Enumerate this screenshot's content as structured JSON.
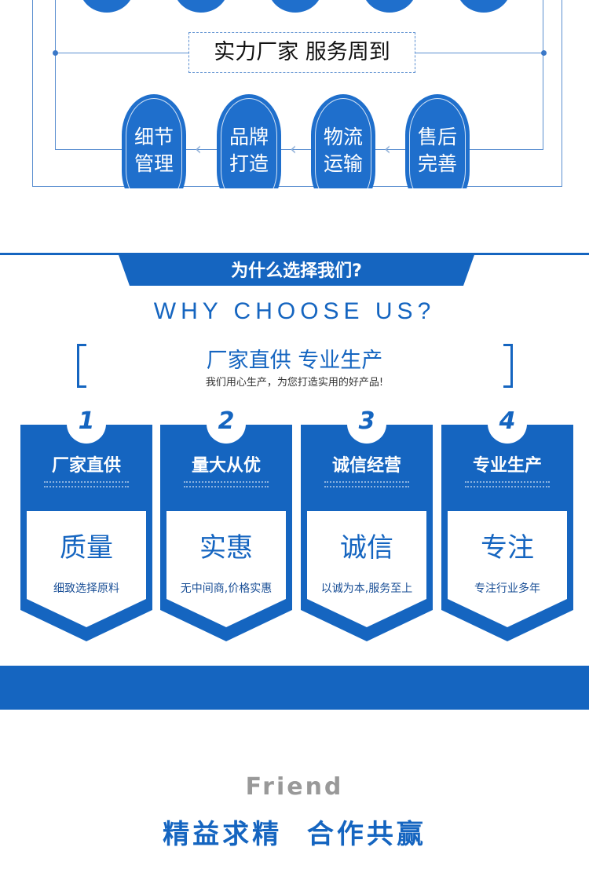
{
  "top": {
    "slogan": "实力厂家 服务周到",
    "steps": [
      {
        "line1": "细节",
        "line2": "管理"
      },
      {
        "line1": "品牌",
        "line2": "打造"
      },
      {
        "line1": "物流",
        "line2": "运输"
      },
      {
        "line1": "售后",
        "line2": "完善"
      }
    ]
  },
  "why": {
    "title": "为什么选择我们?",
    "english": "WHY CHOOSE US?",
    "headline": "厂家直供 专业生产",
    "subline": "我们用心生产，为您打造实用的好产品!"
  },
  "cards": [
    {
      "num": "1",
      "title": "厂家直供",
      "big": "质量",
      "sub": "细致选择原料"
    },
    {
      "num": "2",
      "title": "量大从优",
      "big": "实惠",
      "sub": "无中间商,价格实惠"
    },
    {
      "num": "3",
      "title": "诚信经营",
      "big": "诚信",
      "sub": "以诚为本,服务至上"
    },
    {
      "num": "4",
      "title": "专业生产",
      "big": "专注",
      "sub": "专注行业多年"
    }
  ],
  "footer": {
    "english": "Friend",
    "slogan": "精益求精  合作共赢"
  },
  "colors": {
    "blue": "#1565c0",
    "light": "#1f6fcc"
  }
}
